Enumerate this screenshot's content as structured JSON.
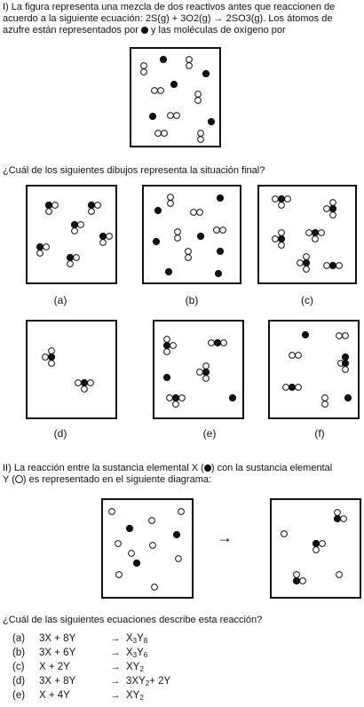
{
  "part1": {
    "line1": "I) La figura representa una mezcla de dos reactivos antes que reaccionen de",
    "line2": "acuerdo a la siguiente ecuación: 2S(g) + 3O2(g) → 2SO3(g). Los átomos de",
    "line3a": "azufre están representados por",
    "line3b": "y las moléculas de oxígeno por",
    "question": "¿Cuál de los siguientes dibujos representa la situación final?",
    "labels": [
      "(a)",
      "(b)",
      "(c)",
      "(d)",
      "(e)",
      "(f)"
    ]
  },
  "part2": {
    "line1a": "II) La reacción entre la sustancia elemental X (",
    "line1b": ") con la sustancia elemental",
    "line2a": "Y (",
    "line2b": ") es representado en el siguiente diagrama:",
    "arrow": "→",
    "question": "¿Cuál de las siguientes ecuaciones describe esta reacción?"
  },
  "answers": [
    {
      "label": "(a)",
      "left": "3X + 8Y",
      "arrow": "→",
      "prod": "X",
      "s1": "3",
      "prod2": "Y",
      "s2": "8",
      "tail": ""
    },
    {
      "label": "(b)",
      "left": "3X + 6Y",
      "arrow": "→",
      "prod": "X",
      "s1": "3",
      "prod2": "Y",
      "s2": "6",
      "tail": ""
    },
    {
      "label": "(c)",
      "left": "X + 2Y",
      "arrow": "→",
      "prod": "XY",
      "s1": "2",
      "prod2": "",
      "s2": "",
      "tail": ""
    },
    {
      "label": "(d)",
      "left": "3X + 8Y",
      "arrow": "→",
      "prod": "3XY",
      "s1": "2",
      "prod2": "",
      "s2": "",
      "tail": " + 2Y"
    },
    {
      "label": "(e)",
      "left": "X + 4Y",
      "arrow": "→",
      "prod": "XY",
      "s1": "2",
      "prod2": "",
      "s2": "",
      "tail": ""
    }
  ]
}
